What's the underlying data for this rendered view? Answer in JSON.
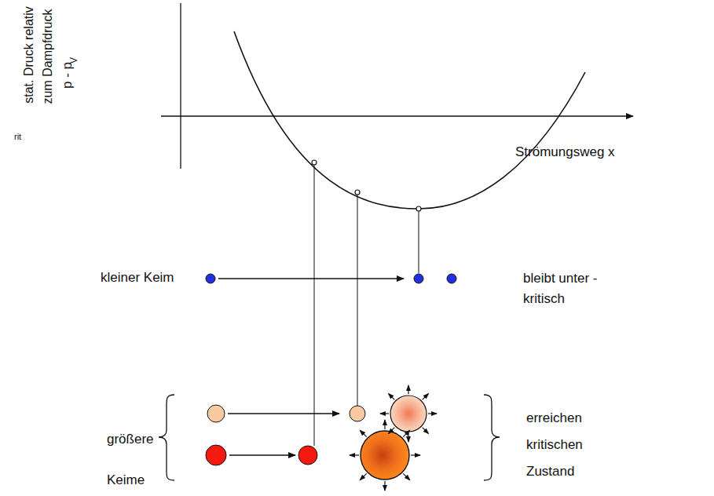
{
  "diagram": {
    "labels": [
      "stat. Druck relativ",
      "zum Dampfdruck",
      "p - p",
      "V",
      "rit",
      "Strömungsweg x",
      "kleiner Keim",
      "bleibt unter - kritisch",
      "größere Keime",
      "erreichen kritischen Zustand"
    ]
  }
}
